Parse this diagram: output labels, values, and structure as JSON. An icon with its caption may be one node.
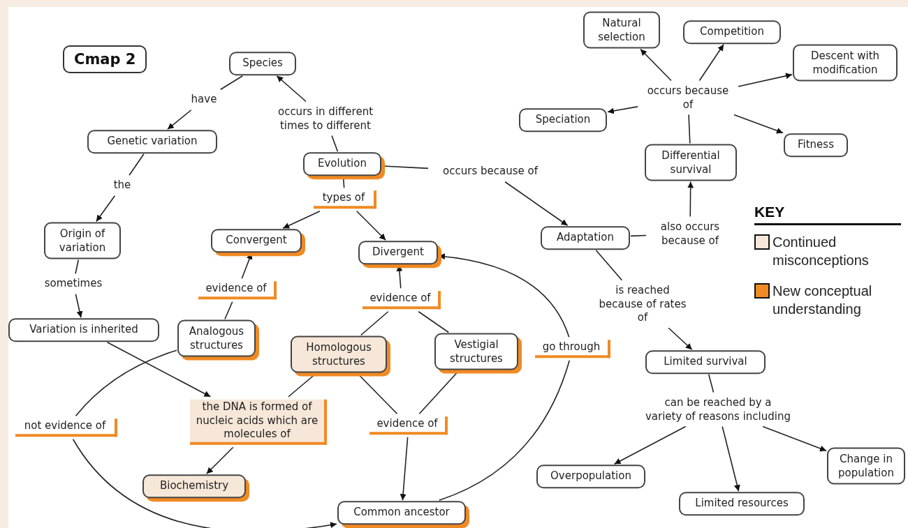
{
  "diagram": {
    "title": "Cmap 2",
    "nodes": [
      {
        "text": [
          "Species"
        ]
      },
      {
        "text": [
          "have"
        ]
      },
      {
        "text": [
          "Genetic variation"
        ]
      },
      {
        "text": [
          "the"
        ]
      },
      {
        "text": [
          "Origin of variation"
        ]
      },
      {
        "text": [
          "sometimes"
        ]
      },
      {
        "text": [
          "Variation is inherited"
        ]
      },
      {
        "text": [
          "occurs in different times to different"
        ]
      },
      {
        "text": [
          "Evolution"
        ]
      },
      {
        "text": [
          "types of"
        ]
      },
      {
        "text": [
          "Convergent"
        ]
      },
      {
        "text": [
          "Divergent"
        ]
      },
      {
        "text": [
          "evidence of"
        ]
      },
      {
        "text": [
          "Analogous structures"
        ]
      },
      {
        "text": [
          "evidence of"
        ]
      },
      {
        "text": [
          "Homologous structures"
        ]
      },
      {
        "text": [
          "Vestigial structures"
        ]
      },
      {
        "text": [
          "not evidence of"
        ]
      },
      {
        "text": [
          "the DNA is formed of nucleic acids which are molecules of"
        ]
      },
      {
        "text": [
          "evidence of"
        ]
      },
      {
        "text": [
          "Biochemistry"
        ]
      },
      {
        "text": [
          "go through"
        ]
      },
      {
        "text": [
          "Common ancestor"
        ]
      },
      {
        "text": [
          "occurs because of"
        ]
      },
      {
        "text": [
          "Adaptation"
        ]
      },
      {
        "text": [
          "also occurs because of"
        ]
      },
      {
        "text": [
          "Differential survival"
        ]
      },
      {
        "text": [
          "occurs because of"
        ]
      },
      {
        "text": [
          "Natural selection"
        ]
      },
      {
        "text": [
          "Competition"
        ]
      },
      {
        "text": [
          "Descent with modification"
        ]
      },
      {
        "text": [
          "Speciation"
        ]
      },
      {
        "text": [
          "Fitness"
        ]
      },
      {
        "text": [
          "is reached because of rates of"
        ]
      },
      {
        "text": [
          "Limited survival"
        ]
      },
      {
        "text": [
          "can be reached by a variety of reasons including"
        ]
      },
      {
        "text": [
          "Overpopulation"
        ]
      },
      {
        "text": [
          "Limited resources"
        ]
      },
      {
        "text": [
          "Change in population"
        ]
      }
    ],
    "edges": [
      {
        "from": 0,
        "to": 1,
        "arrow": "none"
      },
      {
        "from": 1,
        "to": 2,
        "arrow": "to"
      },
      {
        "from": 2,
        "to": 3,
        "arrow": "none"
      },
      {
        "from": 3,
        "to": 4,
        "arrow": "to"
      },
      {
        "from": 4,
        "to": 5,
        "arrow": "none"
      },
      {
        "from": 5,
        "to": 6,
        "arrow": "to"
      },
      {
        "from": 8,
        "to": 7,
        "arrow": "none"
      },
      {
        "from": 7,
        "to": 0,
        "arrow": "to"
      },
      {
        "from": 8,
        "to": 9,
        "arrow": "none"
      },
      {
        "from": 9,
        "to": 10,
        "arrow": "to"
      },
      {
        "from": 9,
        "to": 11,
        "arrow": "to"
      },
      {
        "from": 13,
        "to": 12,
        "arrow": "none"
      },
      {
        "from": 12,
        "to": 10,
        "arrow": "to"
      },
      {
        "from": 15,
        "to": 14,
        "arrow": "none"
      },
      {
        "from": 16,
        "to": 14,
        "arrow": "none"
      },
      {
        "from": 14,
        "to": 11,
        "arrow": "to"
      },
      {
        "from": 6,
        "to": 18,
        "arrow": "to"
      },
      {
        "from": 15,
        "to": 18,
        "arrow": "none"
      },
      {
        "from": 18,
        "to": 20,
        "arrow": "to"
      },
      {
        "from": 13,
        "to": 17,
        "arrow": "none"
      },
      {
        "from": 17,
        "to": 22,
        "arrow": "to"
      },
      {
        "from": 15,
        "to": 19,
        "arrow": "none"
      },
      {
        "from": 16,
        "to": 19,
        "arrow": "none"
      },
      {
        "from": 19,
        "to": 22,
        "arrow": "to"
      },
      {
        "from": 22,
        "to": 21,
        "arrow": "none"
      },
      {
        "from": 21,
        "to": 11,
        "arrow": "to"
      },
      {
        "from": 8,
        "to": 23,
        "arrow": "none"
      },
      {
        "from": 23,
        "to": 24,
        "arrow": "to"
      },
      {
        "from": 24,
        "to": 25,
        "arrow": "none"
      },
      {
        "from": 25,
        "to": 26,
        "arrow": "to"
      },
      {
        "from": 26,
        "to": 27,
        "arrow": "none"
      },
      {
        "from": 27,
        "to": 28,
        "arrow": "to"
      },
      {
        "from": 27,
        "to": 29,
        "arrow": "to"
      },
      {
        "from": 27,
        "to": 30,
        "arrow": "to"
      },
      {
        "from": 27,
        "to": 31,
        "arrow": "to"
      },
      {
        "from": 27,
        "to": 32,
        "arrow": "to"
      },
      {
        "from": 24,
        "to": 33,
        "arrow": "none"
      },
      {
        "from": 33,
        "to": 34,
        "arrow": "to"
      },
      {
        "from": 34,
        "to": 35,
        "arrow": "none"
      },
      {
        "from": 35,
        "to": 36,
        "arrow": "to"
      },
      {
        "from": 35,
        "to": 37,
        "arrow": "to"
      },
      {
        "from": 35,
        "to": 38,
        "arrow": "to"
      }
    ],
    "labels": [
      "KEY"
    ],
    "legend": [
      {
        "text": "Continued misconceptions",
        "color": "#f6e7d8"
      },
      {
        "text": "New conceptual understanding",
        "color": "#f08a24"
      }
    ]
  }
}
